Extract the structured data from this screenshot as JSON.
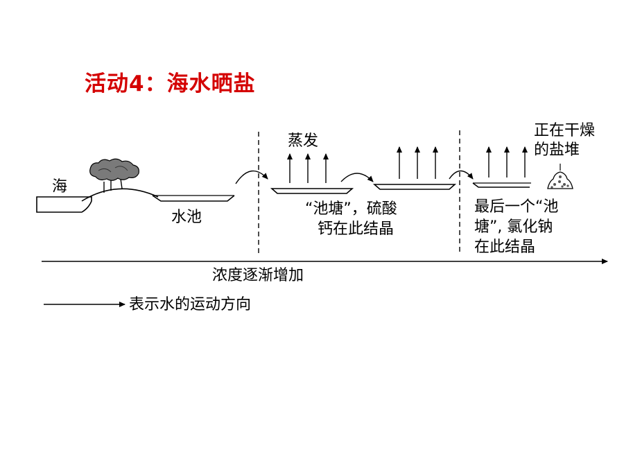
{
  "title": "活动4：海水晒盐",
  "labels": {
    "sea": "海",
    "pool": "水池",
    "evaporation": "蒸发",
    "pond1_line1": "“池塘”，硫酸",
    "pond1_line2": "钙在此结晶",
    "pond2_line1": "最后一个“池",
    "pond2_line2": "塘”, 氯化钠",
    "pond2_line3": "在此结晶",
    "salt_line1": "正在干燥",
    "salt_line2": "的盐堆",
    "concentration": "浓度逐渐增加",
    "legend": "表示水的运动方向"
  },
  "colors": {
    "title": "#d40000",
    "ink": "#000000",
    "tree": "#7a7a7a"
  },
  "icons": [
    "tree-icon",
    "salt-pile-icon",
    "arrow-icon"
  ]
}
